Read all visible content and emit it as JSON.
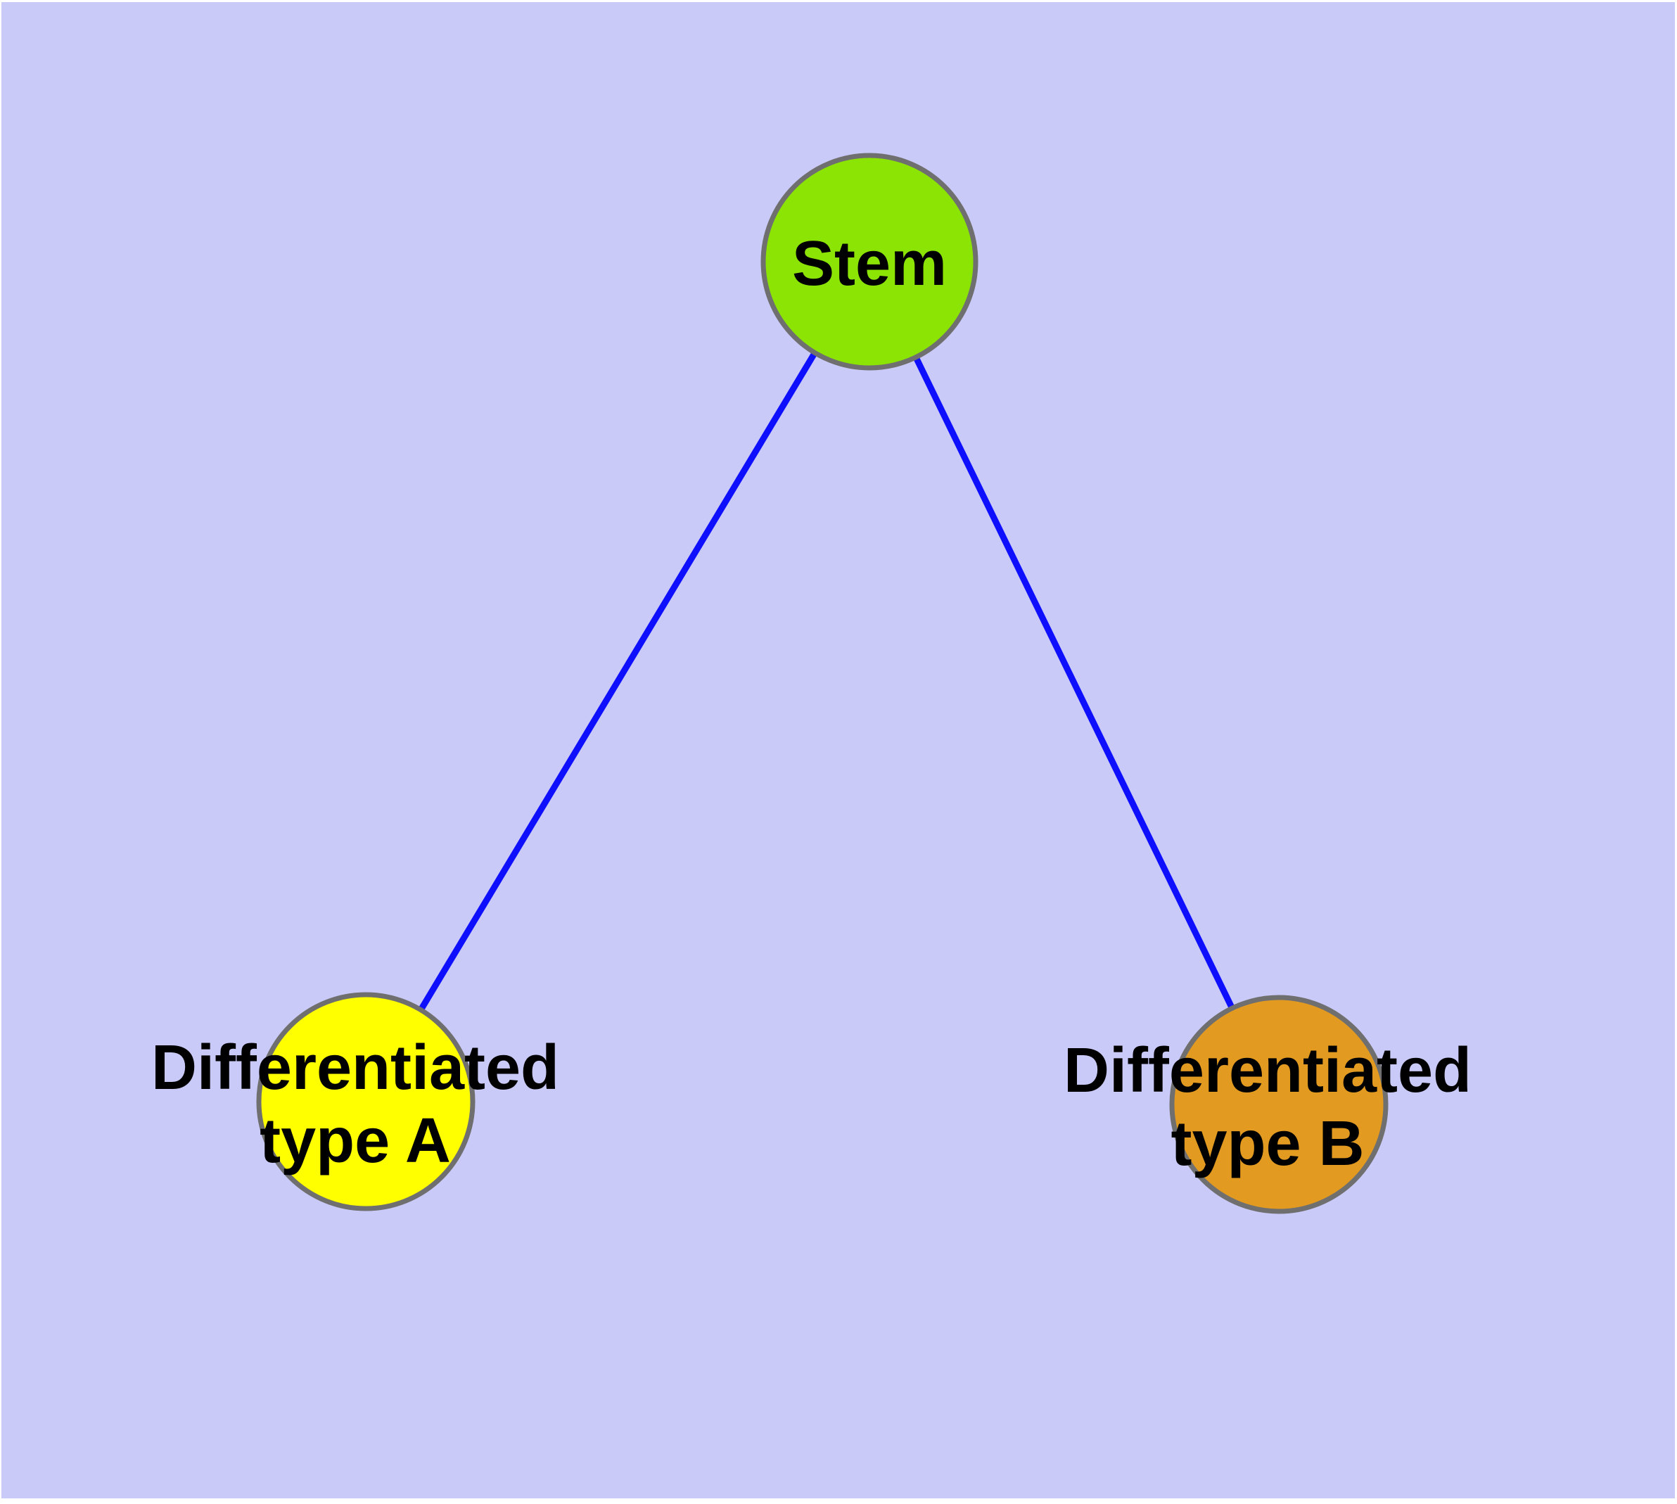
{
  "diagram": {
    "kind": "node-link-tree",
    "background_color": "#cacaf8",
    "margin_color": "#ffffff",
    "node_border_color": "#6f6f6f",
    "edge_color": "#0f0fff",
    "label_color": "#000000"
  },
  "nodes": {
    "stem": {
      "label": "Stem",
      "fill": "#8ce405"
    },
    "type_a": {
      "label_line1": "Differentiated",
      "label_line2": "type A",
      "fill": "#ffff00"
    },
    "type_b": {
      "label_line1": "Differentiated",
      "label_line2": "type B",
      "fill": "#e29a20"
    }
  },
  "edges": [
    {
      "from": "Stem",
      "to": "Differentiated type A"
    },
    {
      "from": "Stem",
      "to": "Differentiated type B"
    }
  ]
}
